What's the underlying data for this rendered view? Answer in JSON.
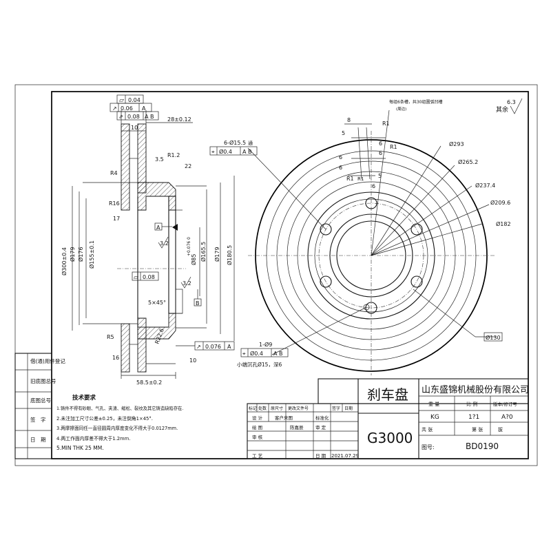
{
  "dimensions": {
    "gdt_flat": "0.04",
    "gdt_runout_a": "0.06",
    "gdt_runout_a_ref": "A",
    "gdt_total_runout": "0.08",
    "gdt_total_runout_refs": "A B",
    "width_10_top": "10",
    "thickness": "28±0.12",
    "r12": "R1.2",
    "d35": "3.5",
    "d22": "22",
    "r4": "R4",
    "r16": "R16",
    "d17": "17",
    "datum_a": "A",
    "datum_b": "B",
    "roughness_32_a": "3.2",
    "roughness_32_b": "3.2",
    "dia_300": "Ø300±0.4",
    "dia_179_left": "Ø179",
    "dia_176": "Ø176",
    "dia_155": "Ø155±0.1",
    "dia_85": "Ø85",
    "dia_85_tol": "+0.076\n0",
    "dia_1655": "Ø165.5",
    "dia_179_right": "Ø179",
    "dia_1805": "Ø180.5",
    "flat_008": "0.08",
    "chamfer": "5×45°",
    "r5": "R5",
    "r226": "R22.6",
    "d16": "16",
    "runout_0076": "0.076",
    "runout_0076_ref": "A",
    "width_10_bottom": "10",
    "depth_585": "58.5±0.2"
  },
  "front_view": {
    "holes_callout": "6-Ø15.5",
    "holes_callout_sym": "通",
    "holes_position": "Ø0.4",
    "holes_position_refs": "A B",
    "note_slots": "每组6条槽，共30组圆弧凹槽",
    "note_slots_sub": "(周边)",
    "roughness_other_value": "6.3",
    "roughness_other_label": "其余",
    "d293": "Ø293",
    "d2652": "Ø265.2",
    "d2374": "Ø237.4",
    "d2096": "Ø209.6",
    "d182": "Ø182",
    "d130": "Ø130",
    "small_hole": "1-Ø9",
    "small_hole_position": "Ø0.4",
    "small_hole_position_refs": "A B",
    "small_hole_note": "小端沉孔Ø15，深6",
    "groove_8": "8",
    "groove_5a": "5",
    "groove_r1a": "R1",
    "groove_6a": "6",
    "groove_r1b": "R1",
    "groove_6b": "6",
    "groove_6c": "6",
    "groove_6d": "6",
    "groove_r1c": "R1",
    "groove_5b": "5",
    "groove_6e": "6",
    "groove_r1d": "R1"
  },
  "revision_block": {
    "rows": [
      "借(通)用件登记",
      "旧底图总号",
      "底图总号",
      "签　字",
      "日　期"
    ]
  },
  "tech_requirements": {
    "title": "技术要求",
    "items": [
      "1.铸件不得有砂眼、气孔、夹渣、缩松、裂纹及其它铸造缺陷存在.",
      "2.未注加工尺寸公差±0.25，未注倒角1×45°.",
      "3.两摩擦面同任一直径圆周内厚度变化不得大于0.0127mm.",
      "4.两工作面内厚差不得大于1.2mm.",
      "5.MIN THK 25 MM."
    ]
  },
  "title_block": {
    "company": "山东盛锦机械股份有限公司",
    "part_name": "刹车盘",
    "part_code": "G3000",
    "header_cells": [
      "标记",
      "处数",
      "原尺寸",
      "更改文件号",
      "签字",
      "日期"
    ],
    "row_design_label": "设 计",
    "row_design_value": "客户来图",
    "row_standard_label": "标准化",
    "row_draw_label": "绘 图",
    "row_draw_value": "陈嘉辰",
    "row_review_label": "审 定",
    "row_check_label": "审 核",
    "row_process_label": "工 艺",
    "row_date_label": "日 期",
    "row_date_value": "2021.07.29",
    "weight_label": "重 量",
    "scale_label": "比 例",
    "version_label": "版本/修订号",
    "weight_value": "KG",
    "scale_value": "1?1",
    "version_value": "A?0",
    "sheet_total_label": "共 张",
    "sheet_label": "第 张",
    "sheet_extra": "拔",
    "drawing_no_label": "图号:",
    "drawing_no_value": "BD0190"
  }
}
